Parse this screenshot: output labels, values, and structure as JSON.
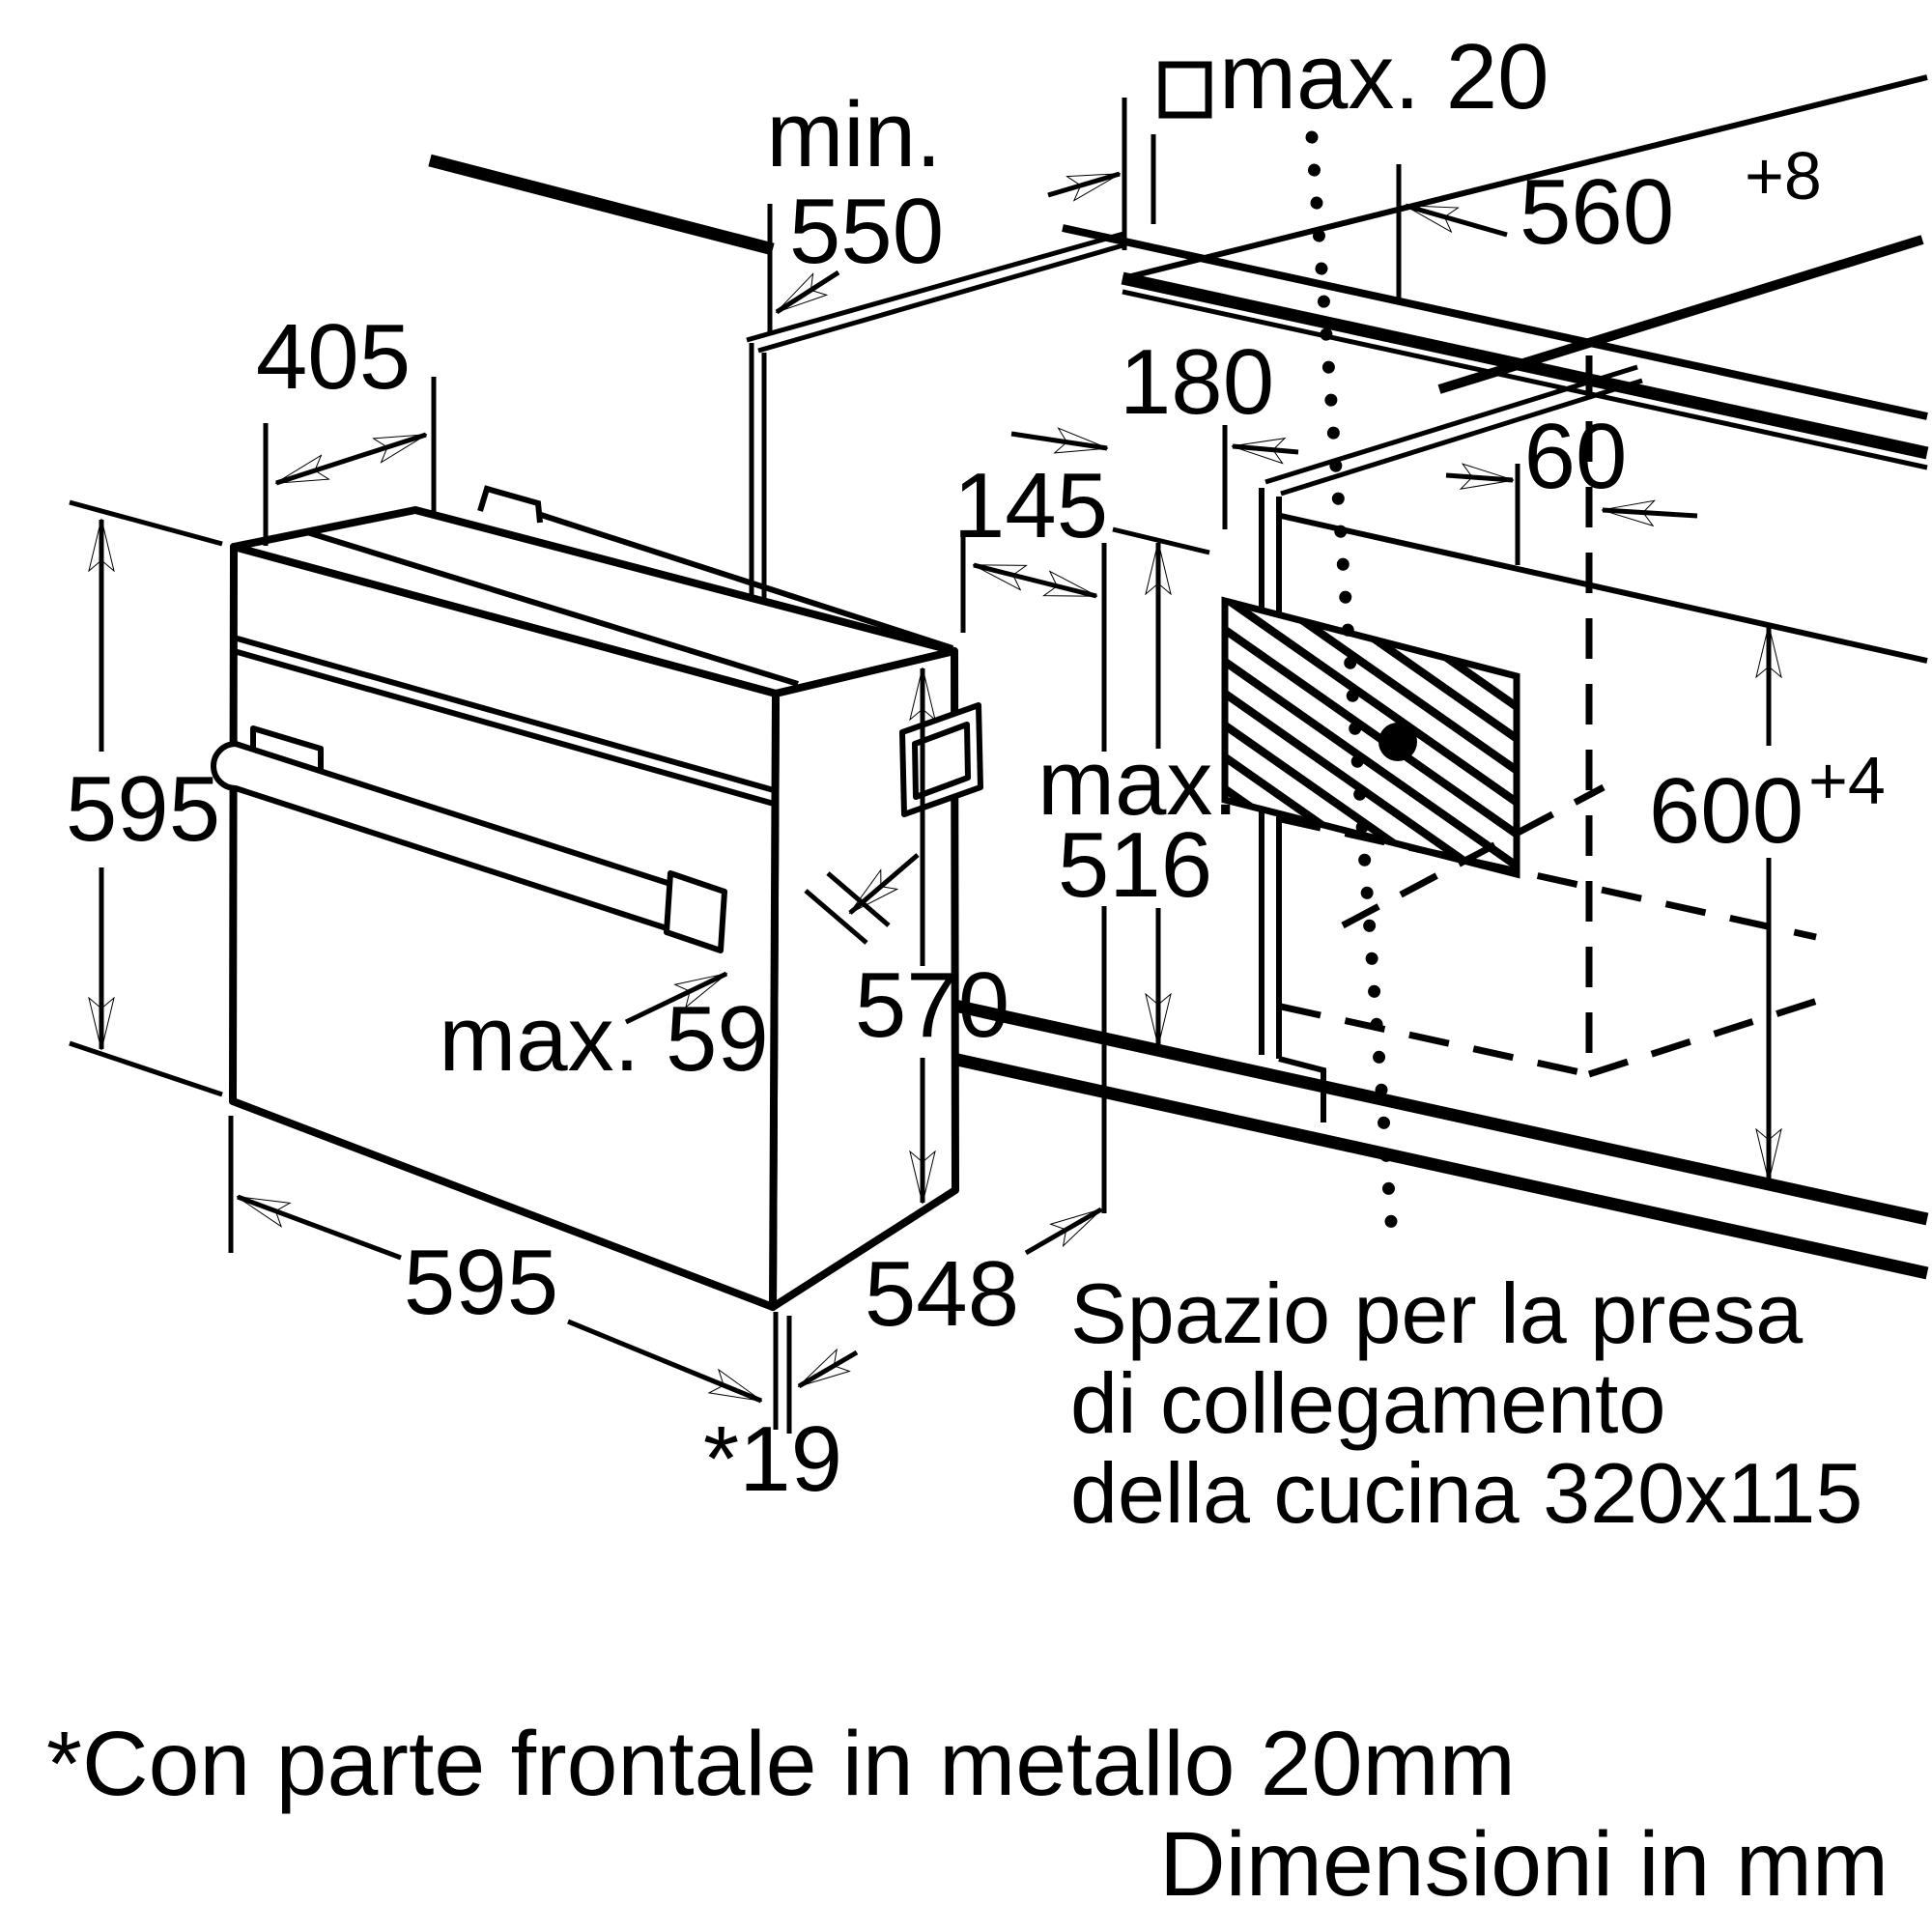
{
  "colors": {
    "ink": "#000000",
    "background": "#ffffff"
  },
  "diagram": {
    "type": "appliance-installation-drawing",
    "labels": {
      "min550_prefix": "min.",
      "min550_value": "550",
      "max20": "max. 20",
      "width560": "560",
      "sup8": "+8",
      "top405": "405",
      "d180": "180",
      "d60": "60",
      "d145": "145",
      "height595": "595",
      "max516_line1": "max.",
      "max516_line2": "516",
      "height600": "600",
      "sup4": "+4",
      "depth570": "570",
      "max59": "max. 59",
      "width595": "595",
      "depth548": "548",
      "front19": "*19",
      "spazio_line1": "Spazio per la presa",
      "spazio_line2": "di collegamento",
      "spazio_line3": "della cucina 320x115",
      "footnote": "*Con parte frontale in metallo 20mm",
      "units": "Dimensioni in mm"
    }
  }
}
